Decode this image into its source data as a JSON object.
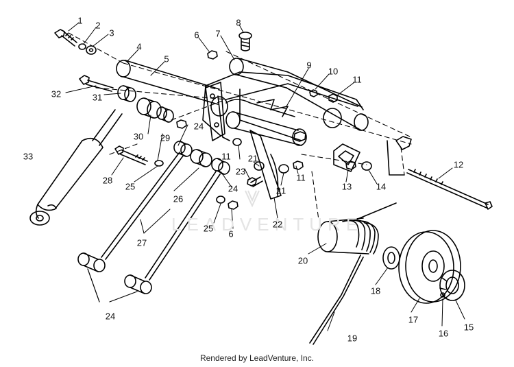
{
  "diagram": {
    "part_callouts": [
      "1",
      "2",
      "3",
      "4",
      "5",
      "6",
      "7",
      "8",
      "9",
      "10",
      "11",
      "12",
      "13",
      "14",
      "15",
      "16",
      "17",
      "18",
      "19",
      "20",
      "21",
      "22",
      "23",
      "24",
      "25",
      "26",
      "27",
      "28",
      "29",
      "30",
      "31",
      "32",
      "33"
    ],
    "watermark_text": "LEADVENTURE",
    "credit_text": "Rendered by LeadVenture, Inc."
  }
}
